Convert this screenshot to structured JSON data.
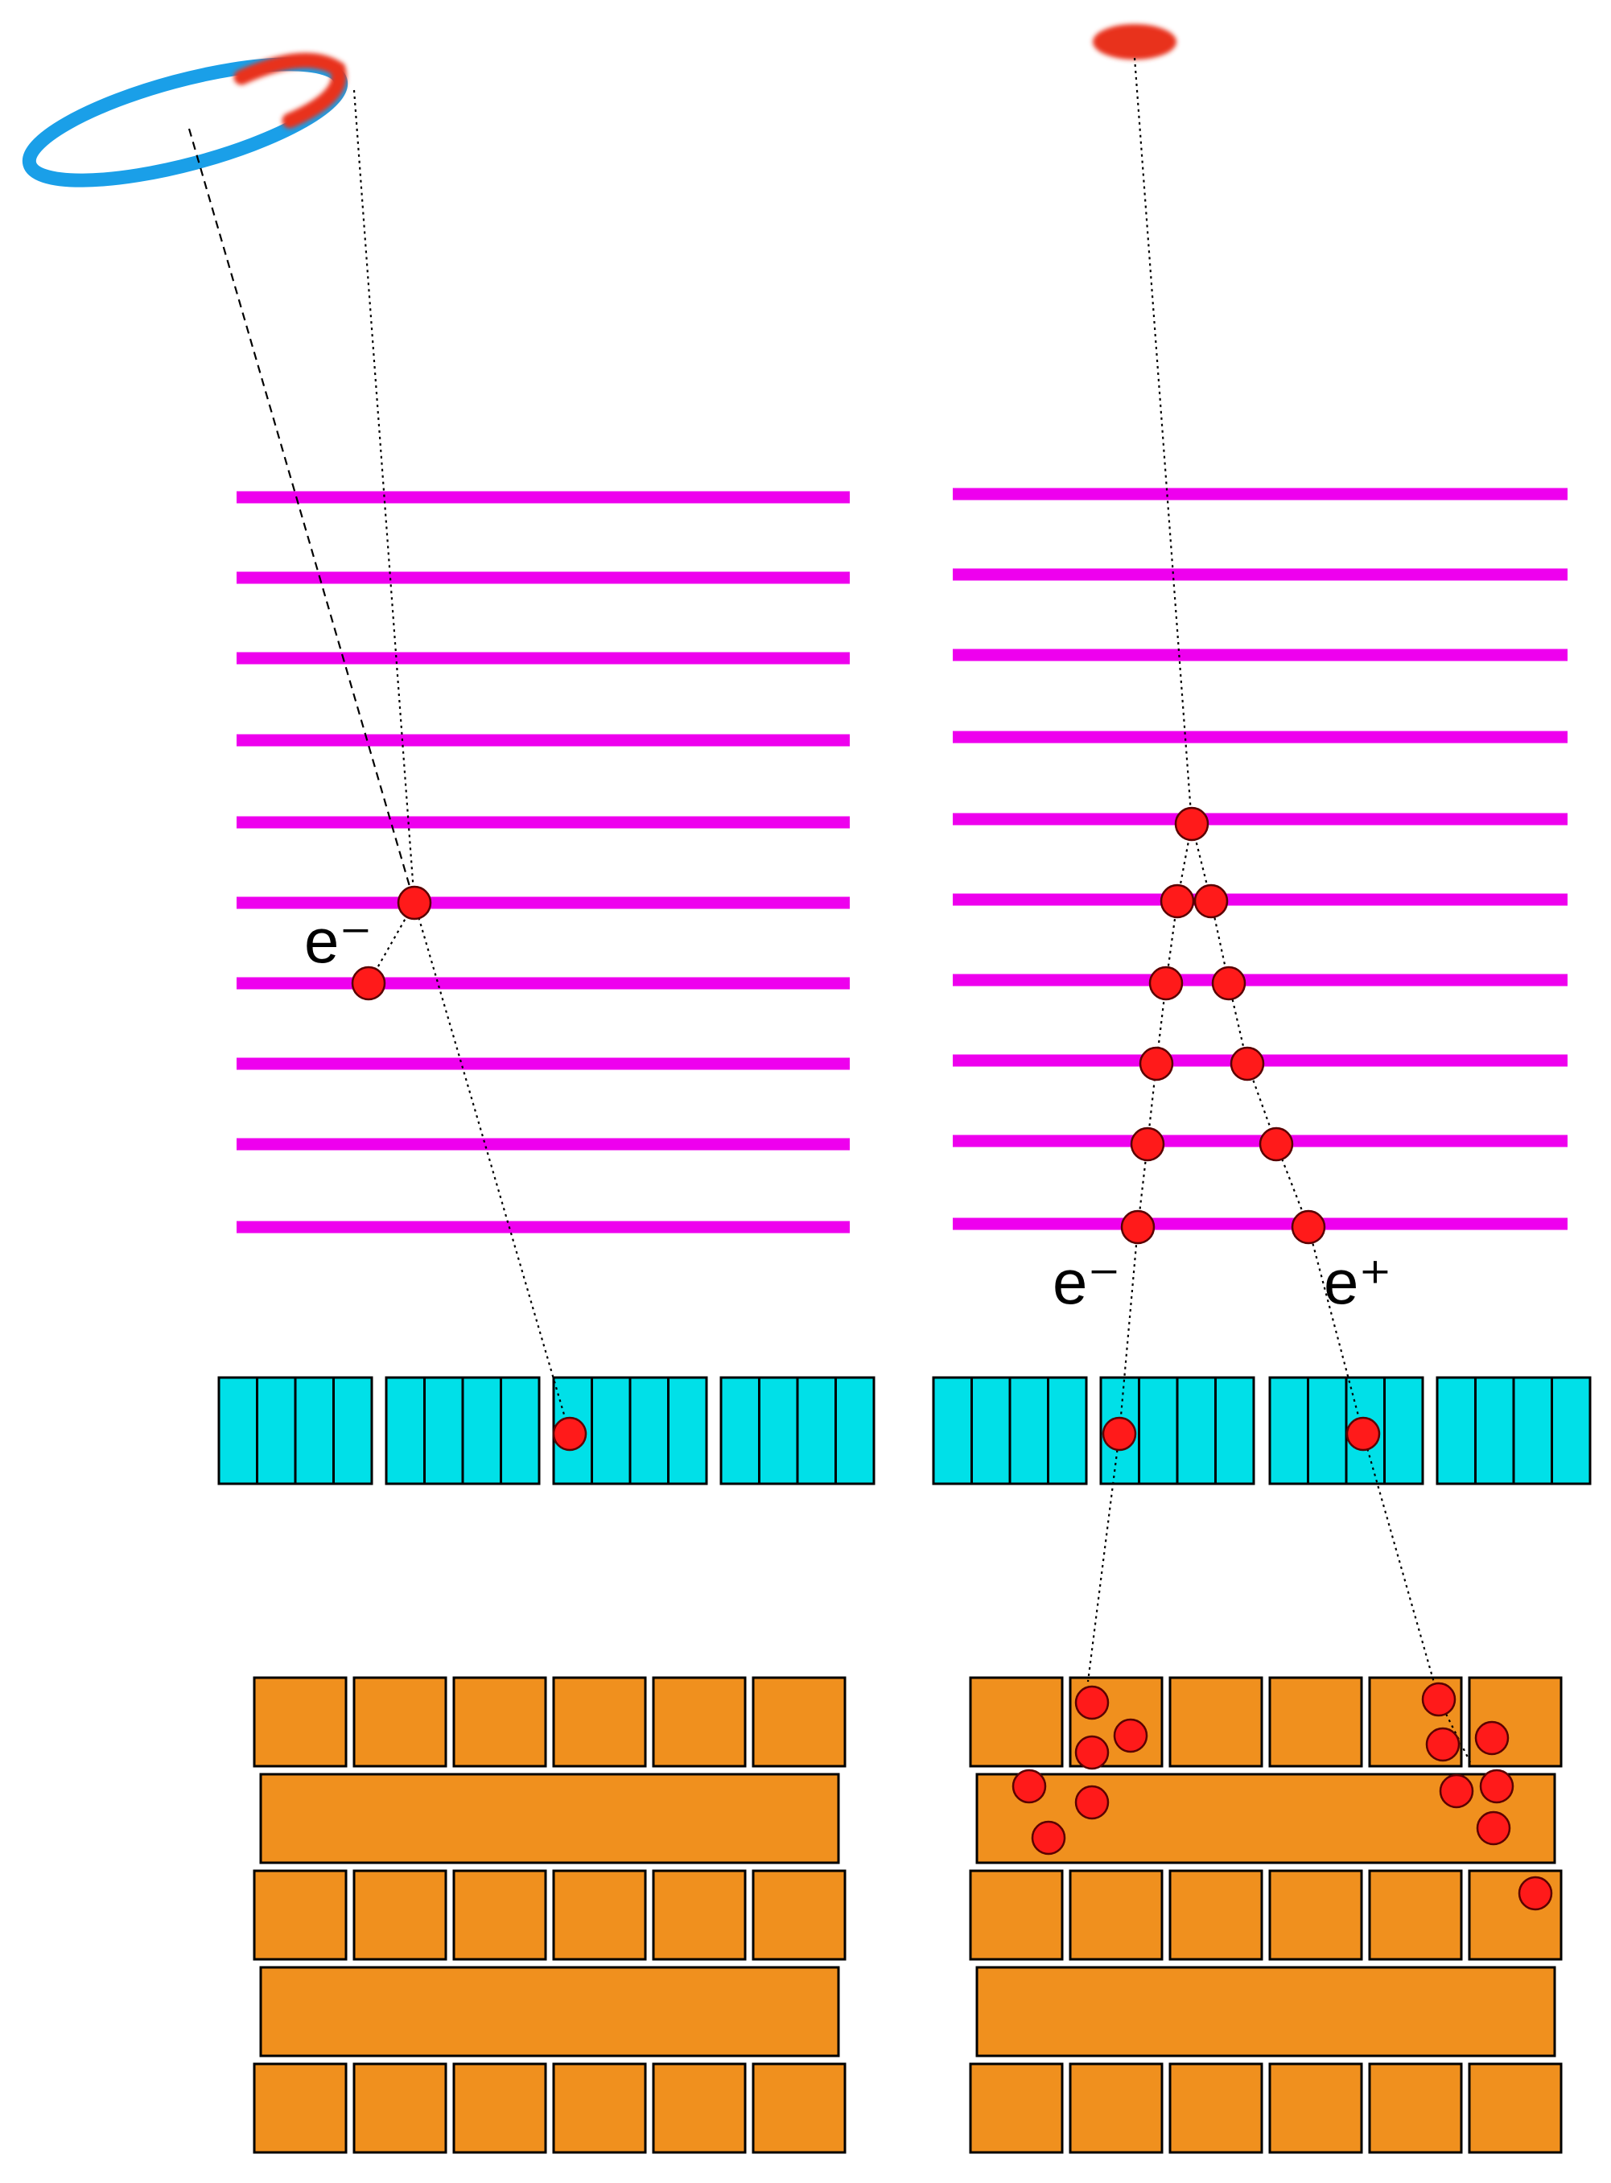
{
  "colors": {
    "ring": "#1a9fe8",
    "ring_highlight": "#e8301a",
    "tracker_layer": "#ee00ee",
    "hit": "#ff1a1a",
    "hit_stroke": "#5a0000",
    "preshower_cell": "#00e0e8",
    "calorimeter_block": "#f0901e",
    "outline": "#000000"
  },
  "labels": {
    "left_electron": "e⁻",
    "right_electron": "e⁻",
    "right_positron": "e⁺"
  },
  "panels": {
    "left": {
      "name": "left-event",
      "source": "ring"
    },
    "right": {
      "name": "right-event",
      "source": "spot"
    }
  }
}
